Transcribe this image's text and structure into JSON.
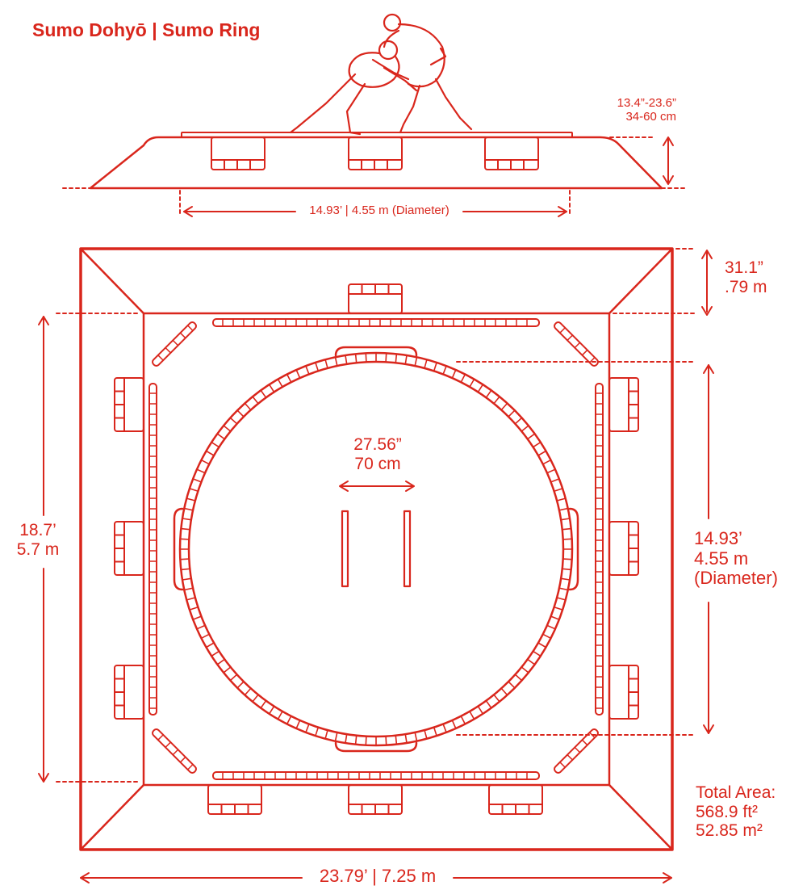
{
  "title": "Sumo Dohyō | Sumo Ring",
  "colors": {
    "accent": "#d9261c",
    "background": "#ffffff"
  },
  "elevation": {
    "height_imperial": "13.4”-23.6”",
    "height_metric": "34-60 cm",
    "diameter": "14.93’ | 4.55 m (Diameter)"
  },
  "plan": {
    "edge": {
      "imperial": "31.1”",
      "metric": ".79 m"
    },
    "shikiri": {
      "imperial": "27.56”",
      "metric": "70 cm"
    },
    "inner_side": {
      "imperial": "18.7’",
      "metric": "5.7 m"
    },
    "ring_diameter": {
      "imperial": "14.93’",
      "metric": "4.55 m",
      "note": "(Diameter)"
    },
    "overall_width": "23.79’ | 7.25 m",
    "total_area": {
      "label": "Total Area:",
      "imperial": "568.9 ft²",
      "metric": "52.85 m²"
    }
  }
}
